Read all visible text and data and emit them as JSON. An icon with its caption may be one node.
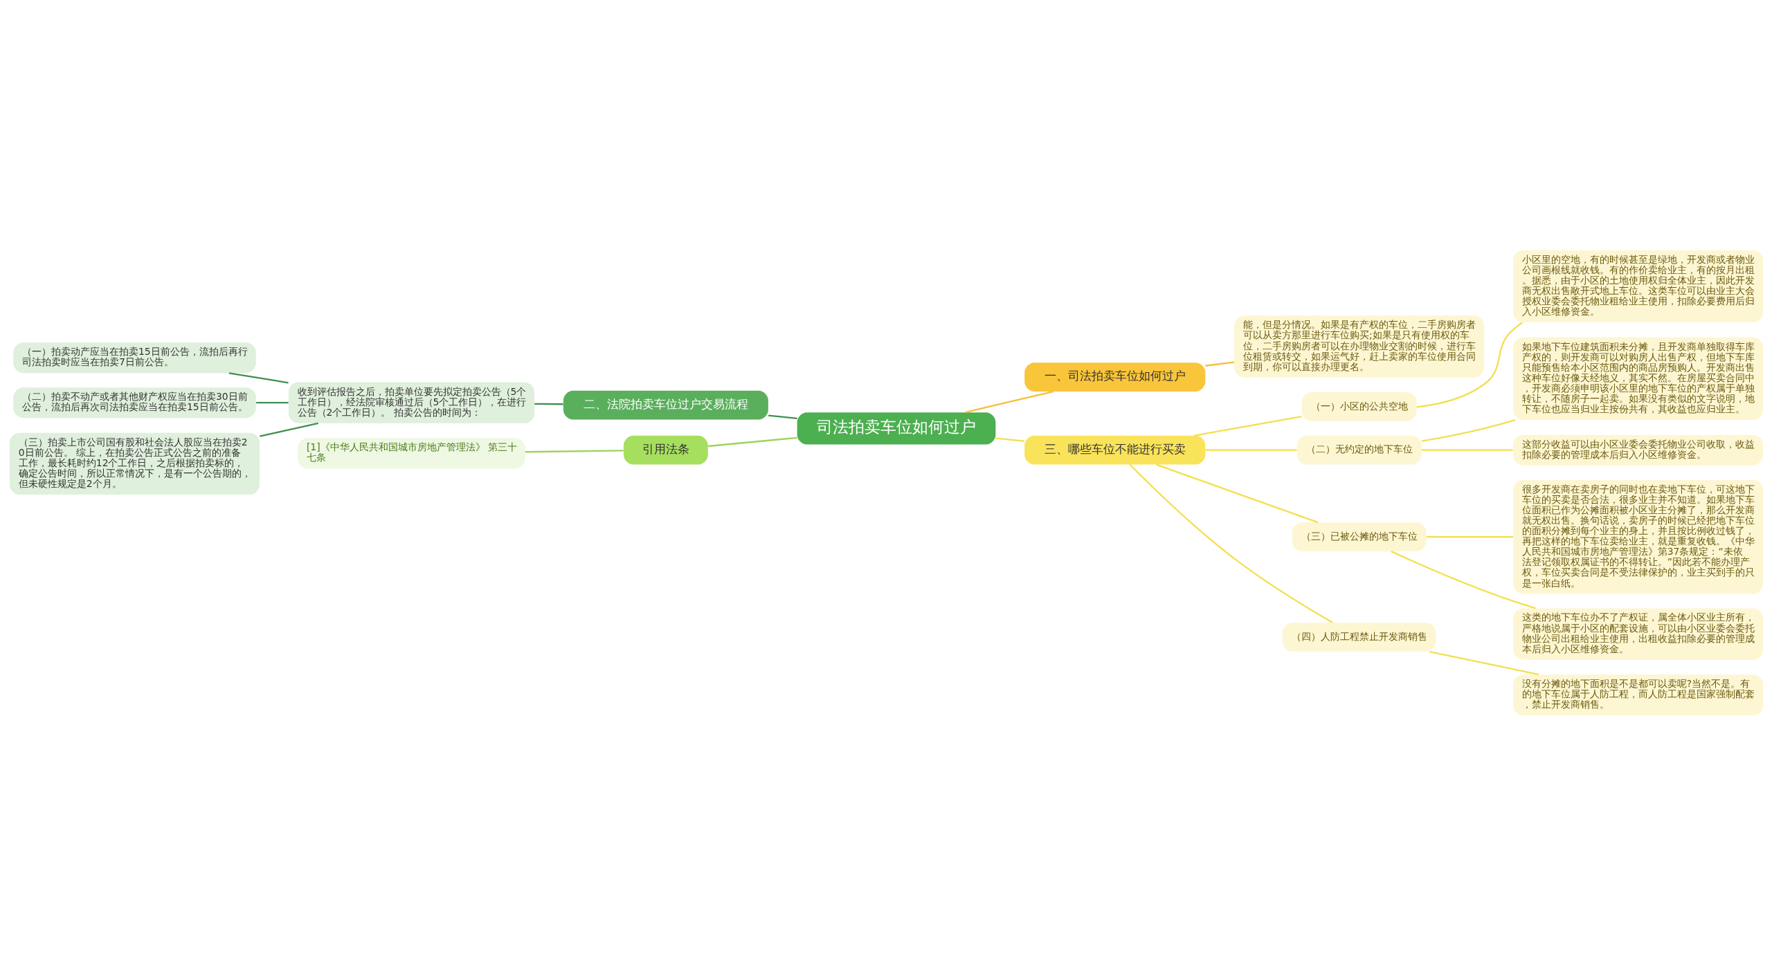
{
  "diagram": {
    "nodes": [
      {
        "text": [
          "司法拍卖车位如何过户"
        ]
      },
      {
        "text": [
          "一、司法拍卖车位如何过户"
        ]
      },
      {
        "text": [
          "能，但是分情况。如果是有产权的车位，二手房购房者可以从卖方那里进行车位购买;如果是只有使用权的车位，二手房购房者可以在办理物业交割的时候，进行车位租赁或转交，如果运气好，赶上卖家的车位使用合同到期，你可以直接办理更名。"
        ]
      },
      {
        "text": [
          "二、法院拍卖车位过户交易流程"
        ]
      },
      {
        "text": [
          "收到评估报告之后，拍卖单位要先拟定拍卖公告（5个工作日），经法院审核通过后（5个工作日），在进行公告（2个工作日）。 拍卖公告的时间为："
        ]
      },
      {
        "text": [
          "（一）拍卖动产应当在拍卖15日前公告，流拍后再行司法拍卖时应当在拍卖7日前公告。"
        ]
      },
      {
        "text": [
          "（二）拍卖不动产或者其他财产权应当在拍卖30日前公告，流拍后再次司法拍卖应当在拍卖15日前公告。"
        ]
      },
      {
        "text": [
          "（三）拍卖上市公司国有股和社会法人股应当在拍卖20日前公告。 综上，在拍卖公告正式公告之前的准备工作，最长耗时约12个工作日，之后根据拍卖标的，确定公告时间，所以正常情况下，是有一个公告期的，但未硬性规定是2个月。"
        ]
      },
      {
        "text": [
          "引用法条"
        ]
      },
      {
        "text": [
          "[1]《中华人民共和国城市房地产管理法》 第三十七条"
        ]
      },
      {
        "text": [
          "三、哪些车位不能进行买卖"
        ]
      },
      {
        "text": [
          "（一）小区的公共空地"
        ]
      },
      {
        "text": [
          "小区里的空地，有的时候甚至是绿地，开发商或者物业公司画根线就收钱。有的作价卖给业主，有的按月出租。据悉，由于小区的土地使用权归全体业主，因此开发商无权出售敞开式地上车位。这类车位可以由业主大会授权业委会委托物业租给业主使用，扣除必要费用后归入小区维修资金。"
        ]
      },
      {
        "text": [
          "（二）无约定的地下车位"
        ]
      },
      {
        "text": [
          "如果地下车位建筑面积未分摊，且开发商单独取得车库产权的，则开发商可以对购房人出售产权，但地下车库只能预售给本小区范围内的商品房预购人。开发商出售这种车位好像天经地义，其实不然。在房屋买卖合同中，开发商必须申明该小区里的地下车位的产权属于单独转让，不随房子一起卖。如果没有类似的文字说明，地下车位也应当归业主按份共有，其收益也应归业主。"
        ]
      },
      {
        "text": [
          "这部分收益可以由小区业委会委托物业公司收取，收益扣除必要的管理成本后归入小区维修资金。"
        ]
      },
      {
        "text": [
          "（三）已被公摊的地下车位"
        ]
      },
      {
        "text": [
          "很多开发商在卖房子的同时也在卖地下车位，可这地下车位的买卖是否合法，很多业主并不知道。如果地下车位面积已作为公摊面积被小区业主分摊了，那么开发商就无权出售。换句话说，卖房子的时候已经把地下车位的面积分摊到每个业主的身上，并且按比例收过钱了，再把这样的地下车位卖给业主，就是重复收钱。《中华人民共和国城市房地产管理法》第37条规定：“未依法登记领取权属证书的不得转让。”因此若不能办理产权，车位买卖合同是不受法律保护的，业主买到手的只是一张白纸。"
        ]
      },
      {
        "text": [
          "这类的地下车位办不了产权证，属全体小区业主所有，严格地说属于小区的配套设施，可以由小区业委会委托物业公司出租给业主使用，出租收益扣除必要的管理成本后归入小区维修资金。"
        ]
      },
      {
        "text": [
          "（四）人防工程禁止开发商销售"
        ]
      },
      {
        "text": [
          "没有分摊的地下面积是不是都可以卖呢?当然不是。有的地下车位属于人防工程，而人防工程是国家强制配套，禁止开发商销售。"
        ]
      }
    ],
    "edges": [
      {
        "from": 0,
        "to": 1,
        "arrow": "none",
        "color": "#f5bf35"
      },
      {
        "from": 1,
        "to": 2,
        "arrow": "none",
        "color": "#f5bf35"
      },
      {
        "from": 0,
        "to": 3,
        "arrow": "none",
        "color": "#3f8f50"
      },
      {
        "from": 3,
        "to": 4,
        "arrow": "none",
        "color": "#3f8f50"
      },
      {
        "from": 4,
        "to": 5,
        "arrow": "none",
        "color": "#3f8f50"
      },
      {
        "from": 4,
        "to": 6,
        "arrow": "none",
        "color": "#3f8f50"
      },
      {
        "from": 4,
        "to": 7,
        "arrow": "none",
        "color": "#3f8f50"
      },
      {
        "from": 0,
        "to": 8,
        "arrow": "none",
        "color": "#9ed35c"
      },
      {
        "from": 8,
        "to": 9,
        "arrow": "none",
        "color": "#9ed35c"
      },
      {
        "from": 0,
        "to": 10,
        "arrow": "none"
      },
      {
        "from": 10,
        "to": 11,
        "arrow": "none"
      },
      {
        "from": 11,
        "to": 12,
        "arrow": "none"
      },
      {
        "from": 10,
        "to": 13,
        "arrow": "none"
      },
      {
        "from": 13,
        "to": 14,
        "arrow": "none"
      },
      {
        "from": 13,
        "to": 15,
        "arrow": "none"
      },
      {
        "from": 10,
        "to": 16,
        "arrow": "none"
      },
      {
        "from": 16,
        "to": 17,
        "arrow": "none"
      },
      {
        "from": 16,
        "to": 18,
        "arrow": "none"
      },
      {
        "from": 10,
        "to": 19,
        "arrow": "none"
      },
      {
        "from": 19,
        "to": 20,
        "arrow": "none"
      }
    ]
  }
}
